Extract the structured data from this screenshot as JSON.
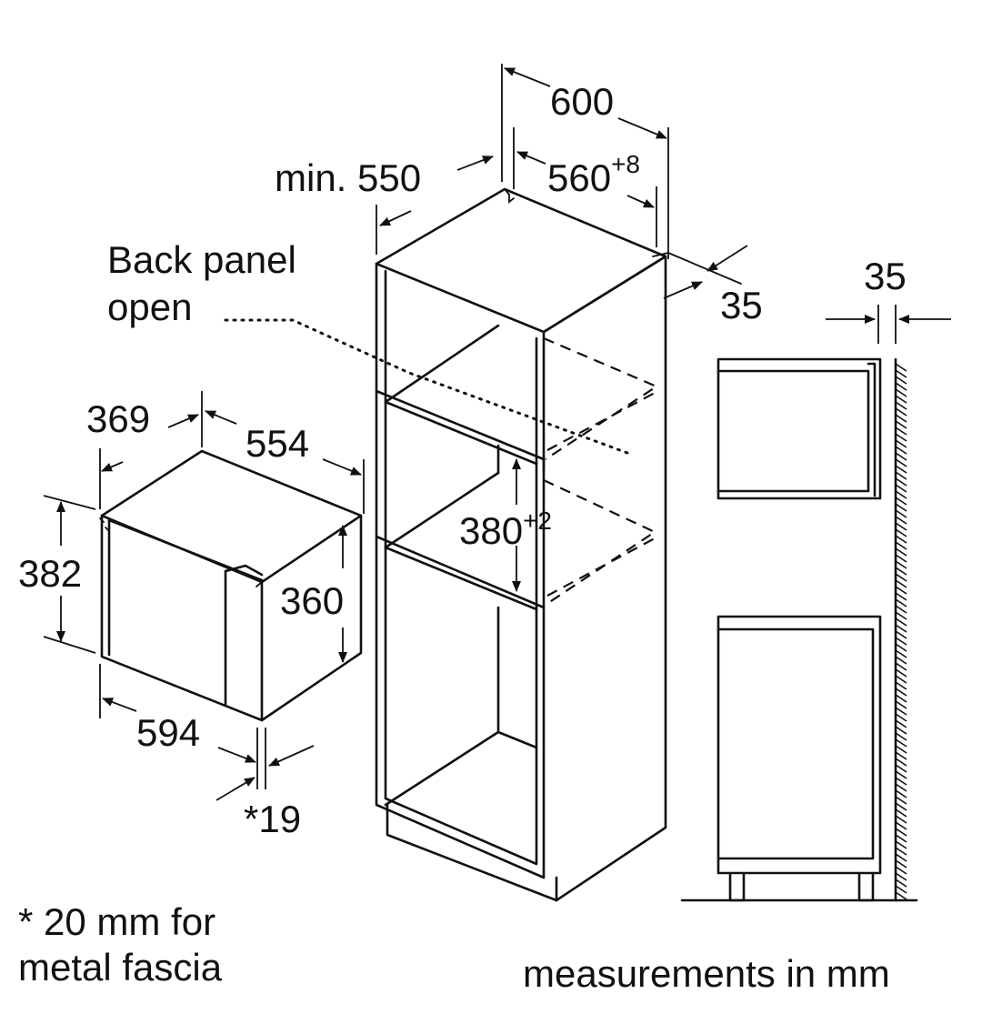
{
  "labels": {
    "width_600": "600",
    "depth_min_550": "min. 550",
    "width_560": "560",
    "width_560_tol": "+8",
    "back_panel_line1": "Back panel",
    "back_panel_line2": "open",
    "gap_35_front": "35",
    "gap_35_side": "35",
    "micro_depth_369": "369",
    "micro_width_554": "554",
    "micro_height_382": "382",
    "micro_height_360": "360",
    "micro_width_594": "594",
    "fascia_19": "*19",
    "niche_height_380": "380",
    "niche_height_tol": "+2",
    "footnote_line1": "* 20 mm for",
    "footnote_line2": "metal fascia",
    "units_note": "measurements in mm"
  },
  "colors": {
    "line": "#111111",
    "background": "#ffffff"
  }
}
